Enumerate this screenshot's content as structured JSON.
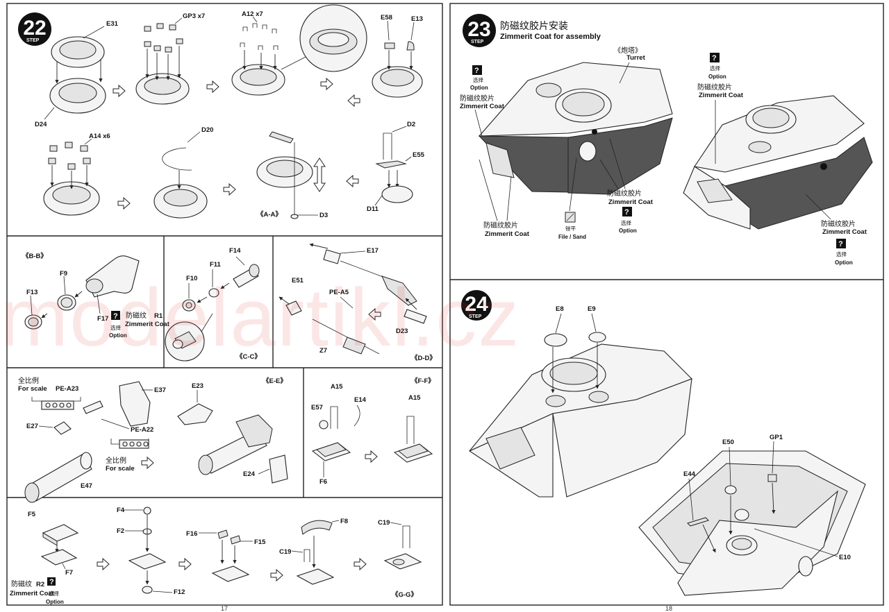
{
  "left_page": {
    "page_number": "17",
    "step22": {
      "step_word": "STEP",
      "number": "22",
      "labels": {
        "e31": "E31",
        "gp3": "GP3 x7",
        "a12": "A12 x7",
        "e58": "E58",
        "e13": "E13",
        "d24": "D24",
        "a14": "A14 x6",
        "d20": "D20",
        "d2": "D2",
        "e55": "E55",
        "d11": "D11",
        "d3": "D3",
        "view": "《A-A》"
      }
    },
    "panel_bb": {
      "view": "《B-B》",
      "f9": "F9",
      "f13": "F13",
      "f17": "F17",
      "zimmerit_cn": "防磁纹",
      "zimmerit_code": "R1",
      "zimmerit_en": "Zimmerit Coat",
      "option_cn": "选择",
      "option_en": "Option"
    },
    "panel_cc": {
      "view": "《C-C》",
      "f14": "F14",
      "f11": "F11",
      "f10": "F10"
    },
    "panel_dd": {
      "view": "《D-D》",
      "e17": "E17",
      "e51": "E51",
      "pe_a5": "PE-A5",
      "z7": "Z7",
      "d23": "D23"
    },
    "panel_ee": {
      "view": "《E-E》",
      "full_scale_cn": "全比例",
      "for_scale": "For scale",
      "pe_a23": "PE-A23",
      "e37": "E37",
      "e27": "E27",
      "pe_a22": "PE-A22",
      "full_scale_cn2": "全比例",
      "for_scale2": "For scale",
      "e47": "E47",
      "e23": "E23",
      "e24": "E24"
    },
    "panel_ff": {
      "view": "《F-F》",
      "a15": "A15",
      "e57": "E57",
      "e14": "E14",
      "f6": "F6",
      "a15b": "A15"
    },
    "panel_gg": {
      "view": "《G-G》",
      "f5": "F5",
      "f4": "F4",
      "f2": "F2",
      "f16": "F16",
      "f15": "F15",
      "f8": "F8",
      "c19": "C19",
      "c19b": "C19",
      "f7": "F7",
      "f12": "F12",
      "zimmerit_cn": "防磁纹",
      "zimmerit_code": "R2",
      "zimmerit_en": "Zimmerit Coat",
      "option_cn": "选择",
      "option_en": "Option"
    }
  },
  "right_page": {
    "page_number": "18",
    "step23": {
      "step_word": "STEP",
      "number": "23",
      "title_cn": "防磁纹胶片安装",
      "title_en": "Zimmerit Coat for assembly",
      "turret_cn": "《炮塔》",
      "turret_en": "Turret",
      "option_cn": "选择",
      "option_en": "Option",
      "zimmerit_cn": "防磁纹胶片",
      "zimmerit_en": "Zimmerit Coat",
      "sand_cn": "锉平",
      "sand_en": "File / Sand"
    },
    "step24": {
      "step_word": "STEP",
      "number": "24",
      "labels": {
        "e8": "E8",
        "e9": "E9",
        "e50": "E50",
        "gp1": "GP1",
        "e44": "E44",
        "e10": "E10"
      }
    }
  },
  "watermark": "modelartikl.cz"
}
